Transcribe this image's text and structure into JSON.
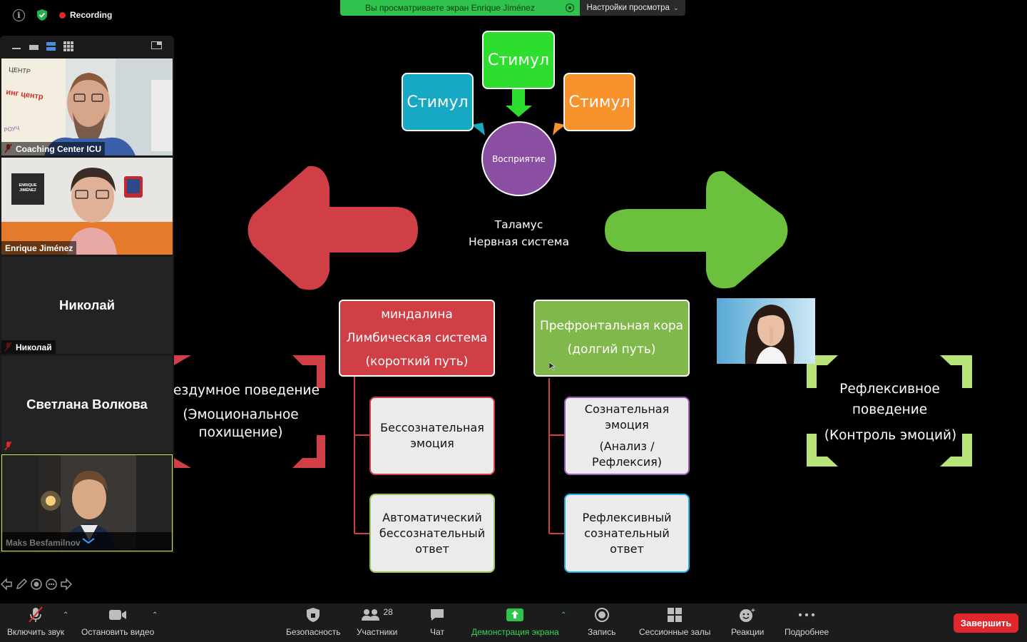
{
  "status": {
    "recording_label": "Recording"
  },
  "share": {
    "viewing_text": "Вы просматриваете экран Enrique Jiménez",
    "view_options_label": "Настройки просмотра"
  },
  "participants": [
    {
      "name": "Coaching Center ICU",
      "muted": true,
      "video": true
    },
    {
      "name": "Enrique Jiménez",
      "muted": false,
      "video": true
    },
    {
      "name": "Николай",
      "muted": true,
      "video": false,
      "display": "Николай"
    },
    {
      "name": "",
      "muted": true,
      "video": false,
      "display": "Светлана Волкова"
    },
    {
      "name": "Maks Besfamilnov",
      "muted": false,
      "video": true,
      "active": true
    }
  ],
  "slide": {
    "stimulus_left": "Стимул",
    "stimulus_top": "Стимул",
    "stimulus_right": "Стимул",
    "perception": "Восприятие",
    "thalamus_line1": "Таламус",
    "thalamus_line2": "Нервная система",
    "amygdala": {
      "line1": "миндалина",
      "line2": "Лимбическая система",
      "line3": "(короткий путь)"
    },
    "prefrontal": {
      "line1": "Префронтальная кора",
      "line2": "(долгий путь)"
    },
    "unconscious_emotion": "Бессознательная эмоция",
    "automatic_response": "Автоматический бессознательный ответ",
    "conscious_emotion_1": "Сознательная эмоция",
    "conscious_emotion_2": "(Анализ / Рефлексия)",
    "reflexive_response": "Рефлексивный сознательный ответ",
    "thoughtless_1": "ездумное поведение",
    "thoughtless_2": "(Эмоциональное похищение)",
    "reflexive_1": "Рефлексивное поведение",
    "reflexive_2": "(Контроль эмоций)",
    "colors": {
      "red": "#d03f46",
      "green": "#80b84c",
      "teal": "#17a8c4",
      "lime": "#2ede2e",
      "orange": "#f7922d",
      "purple": "#8a4fa3"
    }
  },
  "toolbar": {
    "unmute": "Включить звук",
    "stop_video": "Остановить видео",
    "security": "Безопасность",
    "participants": "Участники",
    "participants_count": "28",
    "chat": "Чат",
    "share_screen": "Демонстрация экрана",
    "record": "Запись",
    "breakout": "Сессионные залы",
    "reactions": "Реакции",
    "more": "Подробнее",
    "end": "Завершить"
  }
}
